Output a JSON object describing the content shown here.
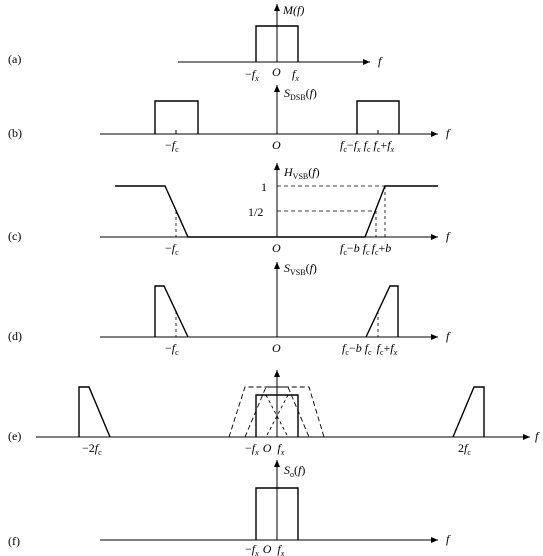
{
  "panels": [
    {
      "id": "a",
      "letter": "(a)",
      "axis_label": "f",
      "y_label": [
        "M",
        "(",
        "f",
        ")"
      ],
      "tick_labels": [
        [
          {
            "t": "−",
            "s": "n"
          },
          {
            "t": "f",
            "s": "i"
          },
          {
            "t": "x",
            "s": "b"
          }
        ],
        [
          {
            "t": "O",
            "s": "i"
          }
        ],
        [
          {
            "t": "f",
            "s": "i"
          },
          {
            "t": "x",
            "s": "b"
          }
        ]
      ]
    },
    {
      "id": "b",
      "letter": "(b)",
      "axis_label": "f",
      "y_label": [
        {
          "t": "S",
          "s": "i"
        },
        {
          "t": "DSB",
          "s": "b"
        },
        {
          "t": "(",
          "s": "n"
        },
        {
          "t": "f",
          "s": "i"
        },
        {
          "t": ")",
          "s": "n"
        }
      ],
      "tick_labels": [
        [
          {
            "t": "−",
            "s": "n"
          },
          {
            "t": "f",
            "s": "i"
          },
          {
            "t": "c",
            "s": "b"
          }
        ],
        [
          {
            "t": "O",
            "s": "i"
          }
        ],
        [
          {
            "t": "f",
            "s": "i"
          },
          {
            "t": "c",
            "s": "b"
          },
          {
            "t": "−",
            "s": "n"
          },
          {
            "t": "f",
            "s": "i"
          },
          {
            "t": "x",
            "s": "b"
          },
          {
            "t": " ",
            "s": "n"
          },
          {
            "t": "f",
            "s": "i"
          },
          {
            "t": "c",
            "s": "b"
          },
          {
            "t": " ",
            "s": "n"
          },
          {
            "t": "f",
            "s": "i"
          },
          {
            "t": "c",
            "s": "b"
          },
          {
            "t": "+",
            "s": "n"
          },
          {
            "t": "f",
            "s": "i"
          },
          {
            "t": "x",
            "s": "b"
          }
        ]
      ]
    },
    {
      "id": "c",
      "letter": "(c)",
      "axis_label": "f",
      "y_label": [
        {
          "t": "H",
          "s": "i"
        },
        {
          "t": "VSB",
          "s": "b"
        },
        {
          "t": "(",
          "s": "n"
        },
        {
          "t": "f",
          "s": "i"
        },
        {
          "t": ")",
          "s": "n"
        }
      ],
      "level_labels": [
        "1",
        "1/2"
      ],
      "tick_labels": [
        [
          {
            "t": "−",
            "s": "n"
          },
          {
            "t": "f",
            "s": "i"
          },
          {
            "t": "c",
            "s": "b"
          }
        ],
        [
          {
            "t": "O",
            "s": "i"
          }
        ],
        [
          {
            "t": "f",
            "s": "i"
          },
          {
            "t": "c",
            "s": "b"
          },
          {
            "t": "−",
            "s": "n"
          },
          {
            "t": "b",
            "s": "i"
          },
          {
            "t": " ",
            "s": "n"
          },
          {
            "t": "f",
            "s": "i"
          },
          {
            "t": "c",
            "s": "b"
          },
          {
            "t": " ",
            "s": "n"
          },
          {
            "t": "f",
            "s": "i"
          },
          {
            "t": "c",
            "s": "b"
          },
          {
            "t": "+",
            "s": "n"
          },
          {
            "t": "b",
            "s": "i"
          }
        ]
      ]
    },
    {
      "id": "d",
      "letter": "(d)",
      "axis_label": "f",
      "y_label": [
        {
          "t": "S",
          "s": "i"
        },
        {
          "t": "VSB",
          "s": "b"
        },
        {
          "t": "(",
          "s": "n"
        },
        {
          "t": "f",
          "s": "i"
        },
        {
          "t": ")",
          "s": "n"
        }
      ],
      "tick_labels": [
        [
          {
            "t": "−",
            "s": "n"
          },
          {
            "t": "f",
            "s": "i"
          },
          {
            "t": "c",
            "s": "b"
          }
        ],
        [
          {
            "t": "O",
            "s": "i"
          }
        ],
        [
          {
            "t": "f",
            "s": "i"
          },
          {
            "t": "c",
            "s": "b"
          },
          {
            "t": "−",
            "s": "n"
          },
          {
            "t": "b",
            "s": "i"
          },
          {
            "t": " ",
            "s": "n"
          },
          {
            "t": "f",
            "s": "i"
          },
          {
            "t": "c",
            "s": "b"
          },
          {
            "t": " ",
            "s": "n"
          },
          {
            "t": "f",
            "s": "i"
          },
          {
            "t": "c",
            "s": "b"
          },
          {
            "t": "+",
            "s": "n"
          },
          {
            "t": "f",
            "s": "i"
          },
          {
            "t": "x",
            "s": "b"
          }
        ]
      ]
    },
    {
      "id": "e",
      "letter": "(e)",
      "axis_label": "f",
      "tick_labels": [
        [
          {
            "t": "−2",
            "s": "n"
          },
          {
            "t": "f",
            "s": "i"
          },
          {
            "t": "c",
            "s": "b"
          }
        ],
        [
          {
            "t": "−",
            "s": "n"
          },
          {
            "t": "f",
            "s": "i"
          },
          {
            "t": "x",
            "s": "b"
          },
          {
            "t": " ",
            "s": "n"
          },
          {
            "t": "O",
            "s": "i"
          },
          {
            "t": " ",
            "s": "n"
          },
          {
            "t": "f",
            "s": "i"
          },
          {
            "t": "x",
            "s": "b"
          }
        ],
        [
          {
            "t": "2",
            "s": "n"
          },
          {
            "t": "f",
            "s": "i"
          },
          {
            "t": "c",
            "s": "b"
          }
        ]
      ]
    },
    {
      "id": "f",
      "letter": "(f)",
      "axis_label": "f",
      "y_label": [
        {
          "t": "S",
          "s": "i"
        },
        {
          "t": "o",
          "s": "b"
        },
        {
          "t": "(",
          "s": "n"
        },
        {
          "t": "f",
          "s": "i"
        },
        {
          "t": ")",
          "s": "n"
        }
      ],
      "tick_labels": [
        [
          {
            "t": "−",
            "s": "n"
          },
          {
            "t": "f",
            "s": "i"
          },
          {
            "t": "x",
            "s": "b"
          },
          {
            "t": " ",
            "s": "n"
          },
          {
            "t": "O",
            "s": "i"
          },
          {
            "t": " ",
            "s": "n"
          },
          {
            "t": "f",
            "s": "i"
          },
          {
            "t": "x",
            "s": "b"
          }
        ]
      ]
    }
  ]
}
